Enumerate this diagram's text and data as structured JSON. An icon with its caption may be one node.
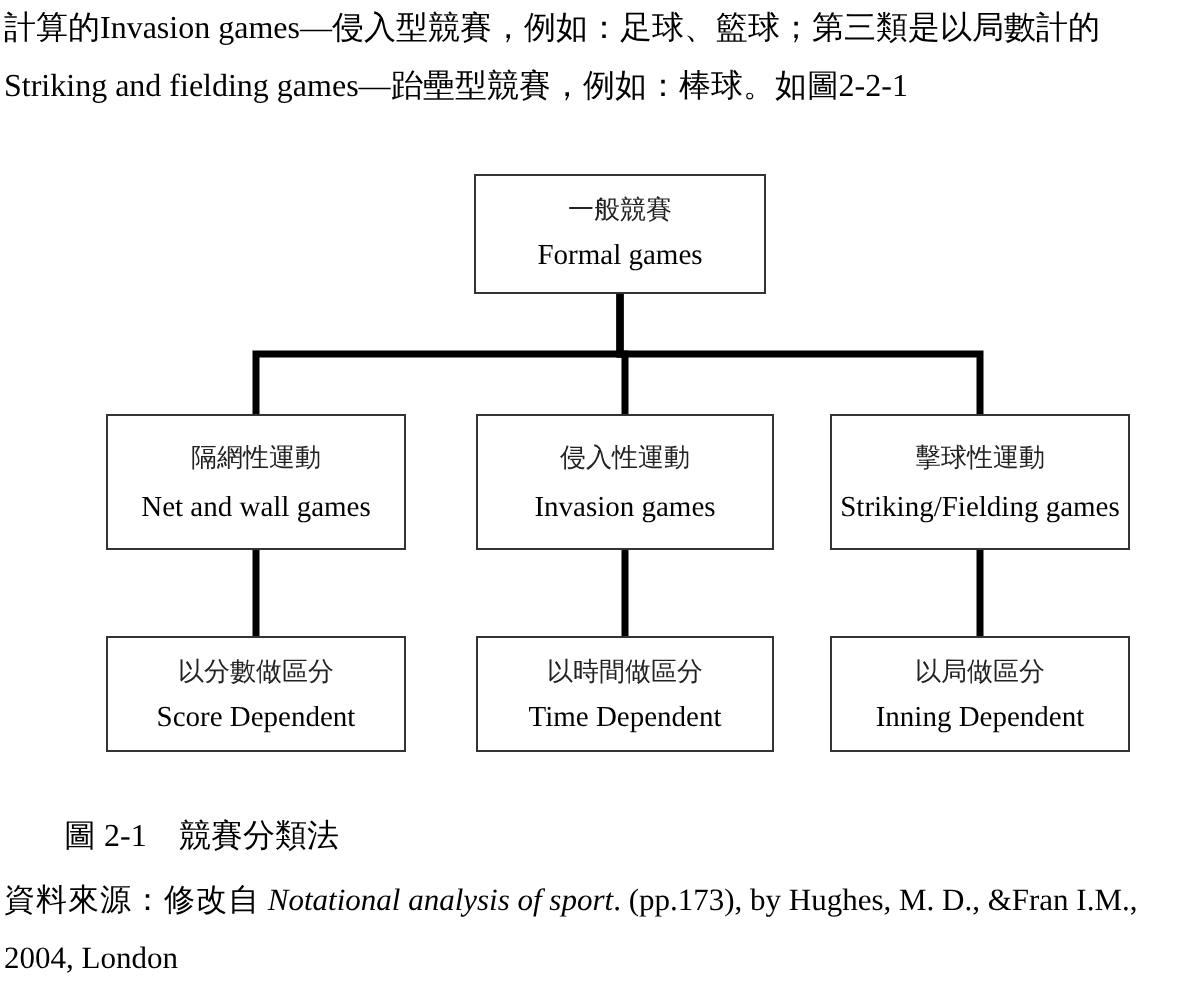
{
  "diagram": {
    "caption": "圖 2-1　競賽分類法",
    "nodes": [
      {
        "text": [
          "一般競賽",
          "Formal games"
        ]
      },
      {
        "text": [
          "隔網性運動",
          "Net and wall games"
        ]
      },
      {
        "text": [
          "侵入性運動",
          "Invasion games"
        ]
      },
      {
        "text": [
          "擊球性運動",
          "Striking/Fielding games"
        ]
      },
      {
        "text": [
          "以分數做區分",
          "Score Dependent"
        ]
      },
      {
        "text": [
          "以時間做區分",
          "Time Dependent"
        ]
      },
      {
        "text": [
          "以局做區分",
          "Inning Dependent"
        ]
      }
    ],
    "edges": [
      {
        "from": 0,
        "to": 1,
        "arrow": "none"
      },
      {
        "from": 0,
        "to": 2,
        "arrow": "none"
      },
      {
        "from": 0,
        "to": 3,
        "arrow": "none"
      },
      {
        "from": 1,
        "to": 4,
        "arrow": "none"
      },
      {
        "from": 2,
        "to": 5,
        "arrow": "none"
      },
      {
        "from": 3,
        "to": 6,
        "arrow": "none"
      }
    ],
    "labels": [
      "計算的Invasion games—侵入型競賽，例如：足球、籃球；第三類是以局數計的Striking and fielding games—跆壘型競賽，例如：棒球。如圖2-2-1",
      "資料來源：修改自 *Notational analysis of sport*. (pp.173), by Hughes, M. D., &Fran I.M., 2004, London"
    ]
  }
}
